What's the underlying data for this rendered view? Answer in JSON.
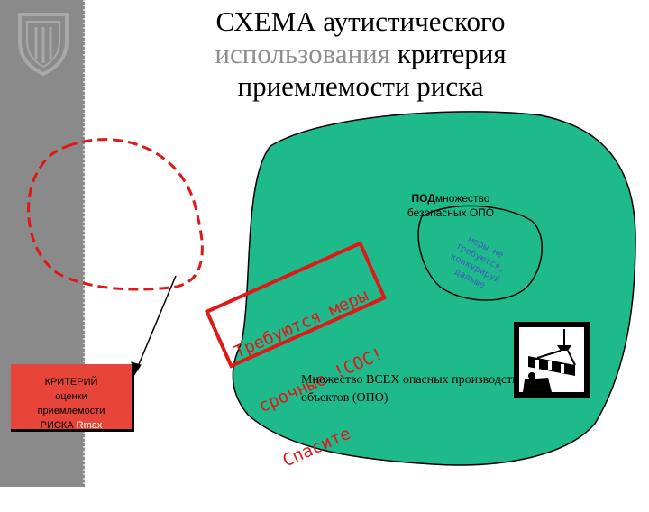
{
  "title": {
    "line1": "СХЕМА аутистического",
    "line2_gray": "использования",
    "line2_rest": " критерия",
    "line3": "приемлемости риска"
  },
  "subset": {
    "bold": "ПОД",
    "rest": "множество",
    "line2": "безопасных ОПО"
  },
  "blue_note": [
    "меры не",
    "требуются,",
    "конкурируй",
    "дальше"
  ],
  "red_note": [
    "Требуются меры",
    "срочные !СОС!",
    "Спасите"
  ],
  "criterion": {
    "line1": "КРИТЕРИЙ",
    "line2": "оценки",
    "line3": "приемлемости",
    "line4": "РИСКА ",
    "rmax": "Rmax"
  },
  "all_objects_label": "Множество ВСЕХ опасных производственных объектов (ОПО)",
  "colors": {
    "green_blob": "#1fba8c",
    "red": "#e01818",
    "criterion_box": "#e8453a",
    "sidebar": "#8a8a8a",
    "blue_text": "#3d5fb8"
  },
  "icons": [
    "shield-logo-icon",
    "crane-hazard-sign-icon"
  ]
}
